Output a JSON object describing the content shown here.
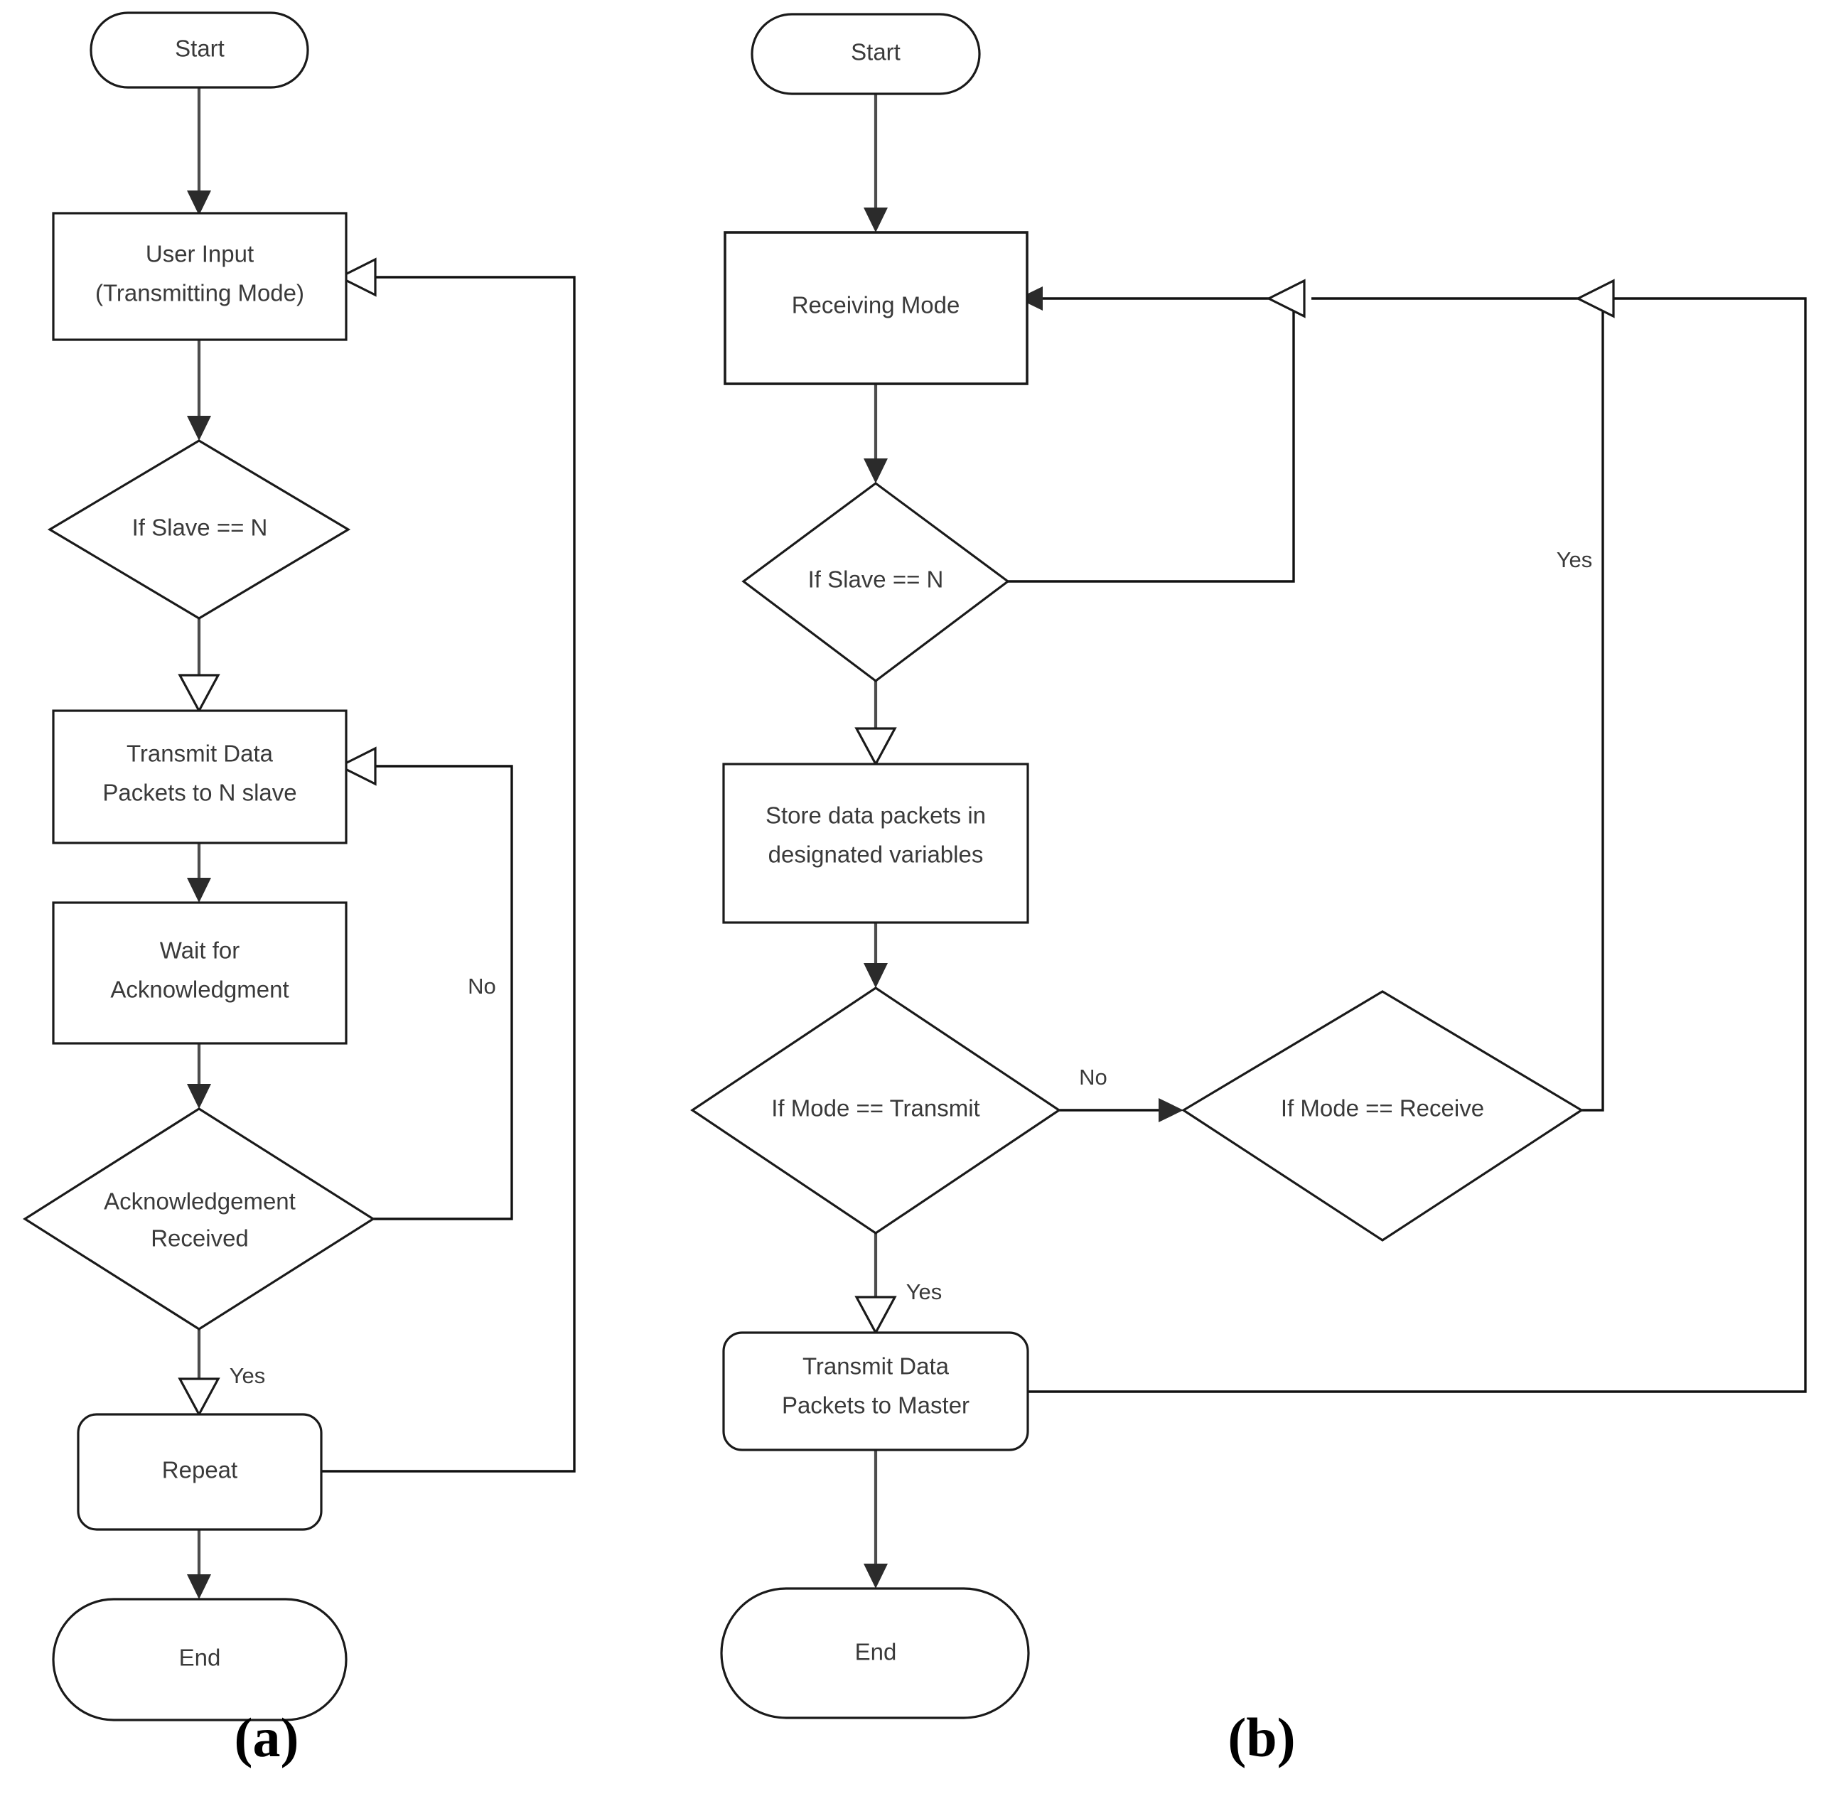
{
  "figure": {
    "type": "flowchart",
    "panels": [
      {
        "id": "a",
        "caption": "(a)",
        "title": "Master transmitting-mode flowchart",
        "nodes": [
          {
            "id": "a-start",
            "shape": "terminator",
            "label": "Start"
          },
          {
            "id": "a-input",
            "shape": "process",
            "line1": "User Input",
            "line2": "(Transmitting Mode)"
          },
          {
            "id": "a-slave",
            "shape": "decision",
            "label": "If Slave == N"
          },
          {
            "id": "a-transmit",
            "shape": "process",
            "line1": "Transmit Data",
            "line2": "Packets to N slave"
          },
          {
            "id": "a-wait",
            "shape": "process",
            "line1": "Wait for",
            "line2": "Acknowledgment"
          },
          {
            "id": "a-ack",
            "shape": "decision",
            "line1": "Acknowledgement",
            "line2": "Received"
          },
          {
            "id": "a-repeat",
            "shape": "rounded",
            "label": "Repeat"
          },
          {
            "id": "a-end",
            "shape": "terminator",
            "label": "End"
          }
        ],
        "edge_labels": {
          "no": "No",
          "yes": "Yes"
        }
      },
      {
        "id": "b",
        "caption": "(b)",
        "title": "Slave receiving-mode flowchart",
        "nodes": [
          {
            "id": "b-start",
            "shape": "terminator",
            "label": "Start"
          },
          {
            "id": "b-recv",
            "shape": "process",
            "label": "Receiving Mode"
          },
          {
            "id": "b-slave",
            "shape": "decision",
            "label": "If Slave == N"
          },
          {
            "id": "b-store",
            "shape": "process",
            "line1": "Store data packets in",
            "line2": "designated variables"
          },
          {
            "id": "b-modetx",
            "shape": "decision",
            "label": "If Mode == Transmit"
          },
          {
            "id": "b-moderx",
            "shape": "decision",
            "label": "If Mode == Receive"
          },
          {
            "id": "b-transmit",
            "shape": "rounded",
            "line1": "Transmit Data",
            "line2": "Packets to Master"
          },
          {
            "id": "b-end",
            "shape": "terminator",
            "label": "End"
          }
        ],
        "edge_labels": {
          "no": "No",
          "yes_right": "Yes",
          "yes_down": "Yes"
        }
      }
    ],
    "colors": {
      "background": "#ffffff",
      "node_stroke": "#1a1a1a",
      "connector": "#4d4d4d",
      "text": "#3a3a3a",
      "caption": "#000000"
    }
  }
}
